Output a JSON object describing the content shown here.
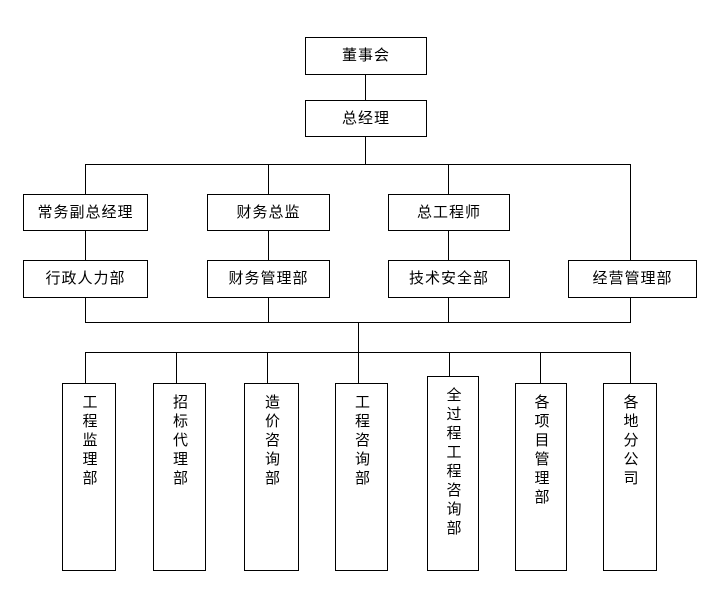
{
  "chart_data": {
    "type": "diagram",
    "diagram_kind": "organization-chart",
    "title": "",
    "orientation": "top-down",
    "levels": 5,
    "nodes": [
      {
        "id": "board",
        "label": "董事会",
        "level": 0,
        "text_direction": "horizontal"
      },
      {
        "id": "general-manager",
        "label": "总经理",
        "level": 1,
        "text_direction": "horizontal"
      },
      {
        "id": "executive-deputy-gm",
        "label": "常务副总经理",
        "level": 2,
        "text_direction": "horizontal"
      },
      {
        "id": "cfo",
        "label": "财务总监",
        "level": 2,
        "text_direction": "horizontal"
      },
      {
        "id": "chief-engineer",
        "label": "总工程师",
        "level": 2,
        "text_direction": "horizontal"
      },
      {
        "id": "admin-hr-dept",
        "label": "行政人力部",
        "level": 3,
        "text_direction": "horizontal"
      },
      {
        "id": "finance-mgmt-dept",
        "label": "财务管理部",
        "level": 3,
        "text_direction": "horizontal"
      },
      {
        "id": "tech-safety-dept",
        "label": "技术安全部",
        "level": 3,
        "text_direction": "horizontal"
      },
      {
        "id": "operations-mgmt-dept",
        "label": "经营管理部",
        "level": 3,
        "text_direction": "horizontal"
      },
      {
        "id": "engineering-supervision-dept",
        "label": "工程监理部",
        "level": 4,
        "text_direction": "vertical"
      },
      {
        "id": "bidding-agency-dept",
        "label": "招标代理部",
        "level": 4,
        "text_direction": "vertical"
      },
      {
        "id": "cost-consulting-dept",
        "label": "造价咨询部",
        "level": 4,
        "text_direction": "vertical"
      },
      {
        "id": "engineering-consulting-dept",
        "label": "工程咨询部",
        "level": 4,
        "text_direction": "vertical"
      },
      {
        "id": "whole-process-consulting-dept",
        "label": "全过程工程咨询部",
        "level": 4,
        "text_direction": "vertical"
      },
      {
        "id": "project-mgmt-dept",
        "label": "各项目管理部",
        "level": 4,
        "text_direction": "vertical"
      },
      {
        "id": "regional-branches",
        "label": "各地分公司",
        "level": 4,
        "text_direction": "vertical"
      }
    ],
    "edges": [
      {
        "from": "board",
        "to": "general-manager"
      },
      {
        "from": "general-manager",
        "to": "executive-deputy-gm"
      },
      {
        "from": "general-manager",
        "to": "cfo"
      },
      {
        "from": "general-manager",
        "to": "chief-engineer"
      },
      {
        "from": "general-manager",
        "to": "operations-mgmt-dept"
      },
      {
        "from": "executive-deputy-gm",
        "to": "admin-hr-dept"
      },
      {
        "from": "cfo",
        "to": "finance-mgmt-dept"
      },
      {
        "from": "chief-engineer",
        "to": "tech-safety-dept"
      },
      {
        "from": "admin-hr-dept",
        "to": "engineering-supervision-dept"
      },
      {
        "from": "finance-mgmt-dept",
        "to": "bidding-agency-dept"
      },
      {
        "from": "tech-safety-dept",
        "to": "cost-consulting-dept"
      },
      {
        "from": "operations-mgmt-dept",
        "to": "engineering-consulting-dept"
      },
      {
        "from": "operations-mgmt-dept",
        "to": "whole-process-consulting-dept"
      },
      {
        "from": "operations-mgmt-dept",
        "to": "project-mgmt-dept"
      },
      {
        "from": "operations-mgmt-dept",
        "to": "regional-branches"
      }
    ],
    "colors": {
      "background": "#ffffff",
      "box_border": "#000000",
      "box_fill": "#ffffff",
      "connector": "#000000",
      "text": "#000000"
    }
  },
  "nodes": {
    "board": "董事会",
    "general_manager": "总经理",
    "executive_deputy_gm": "常务副总经理",
    "cfo": "财务总监",
    "chief_engineer": "总工程师",
    "admin_hr_dept": "行政人力部",
    "finance_mgmt_dept": "财务管理部",
    "tech_safety_dept": "技术安全部",
    "operations_mgmt_dept": "经营管理部",
    "engineering_supervision_dept": "工程监理部",
    "bidding_agency_dept": "招标代理部",
    "cost_consulting_dept": "造价咨询部",
    "engineering_consulting_dept": "工程咨询部",
    "whole_process_consulting_dept": "全过程工程咨询部",
    "project_mgmt_dept": "各项目管理部",
    "regional_branches": "各地分公司"
  }
}
